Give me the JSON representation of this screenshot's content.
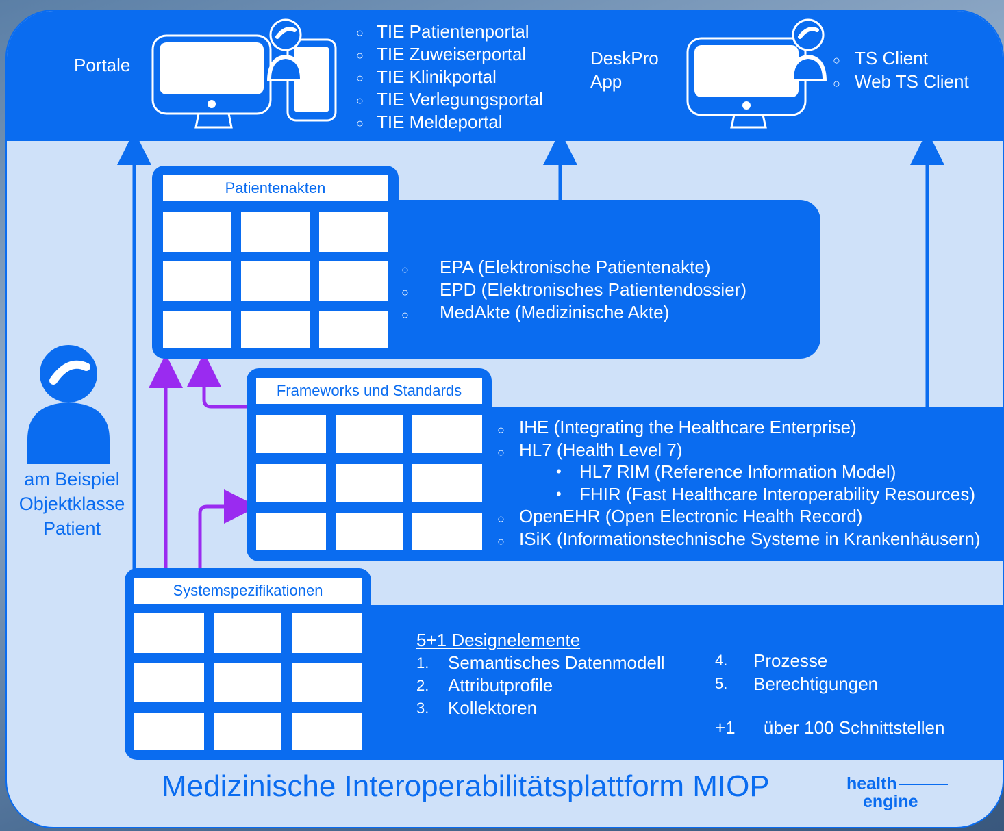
{
  "portals": {
    "label": "Portale",
    "items": [
      "TIE Patientenportal",
      "TIE Zuweiserportal",
      "TIE Klinikportal",
      "TIE Verlegungsportal",
      "TIE Meldeportal"
    ]
  },
  "deskpro": {
    "label_line1": "DeskPro",
    "label_line2": "App",
    "items": [
      "TS Client",
      "Web TS Client"
    ]
  },
  "patientenakten": {
    "tab": "Patientenakten",
    "items": [
      "EPA (Elektronische Patientenakte)",
      "EPD (Elektronisches Patientendossier)",
      "MedAkte (Medizinische Akte)"
    ]
  },
  "frameworks": {
    "tab": "Frameworks und Standards",
    "items": [
      "IHE (Integrating the Healthcare Enterprise)",
      "HL7 (Health Level 7)",
      "HL7 RIM (Reference Information Model)",
      "FHIR (Fast Healthcare Interoperability  Resources)",
      "OpenEHR (Open Electronic Health Record)",
      "ISiK (Informationstechnische Systeme in Krankenhäusern)"
    ]
  },
  "systemspezifikationen": {
    "tab": "Systemspezifikationen",
    "heading": "5+1 Designelemente",
    "items_left": [
      {
        "num": "1.",
        "text": "Semantisches Datenmodell"
      },
      {
        "num": "2.",
        "text": "Attributprofile"
      },
      {
        "num": "3.",
        "text": "Kollektoren"
      }
    ],
    "items_right": [
      {
        "num": "4.",
        "text": "Prozesse"
      },
      {
        "num": "5.",
        "text": "Berechtigungen"
      }
    ],
    "plus_num": "+1",
    "plus_text": "über 100 Schnittstellen"
  },
  "patient_label": {
    "line1": "am Beispiel",
    "line2": "Objektklasse",
    "line3": "Patient"
  },
  "footer_title": "Medizinische Interoperabilitätsplattform MIOP",
  "logo": {
    "line1": "health",
    "line2": "engine"
  },
  "icons": {
    "bullet": "○",
    "dot": "•"
  },
  "colors": {
    "primary": "#0a6cf0",
    "panel": "#cfe1f9",
    "arrow_purple": "#9a2bf0"
  }
}
